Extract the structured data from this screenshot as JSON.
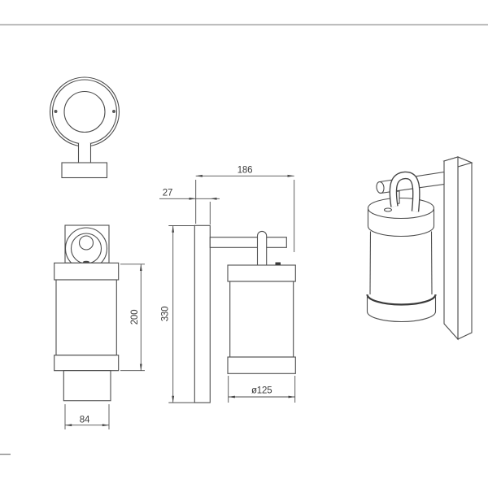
{
  "drawing": {
    "kind": "technical line drawing, wall-mounted cylindrical lantern, 4 views",
    "colors": {
      "background": "#ffffff",
      "outline": "#4d4d4d",
      "dimension": "#4f4f4f",
      "page_border": "#a4a4a4"
    },
    "dimensions": {
      "projection_depth": {
        "label": "186"
      },
      "plate_thickness": {
        "label": "27"
      },
      "total_height": {
        "label": "330"
      },
      "body_height": {
        "label": "200"
      },
      "base_width": {
        "label": "84"
      },
      "body_diameter": {
        "label": "ø125"
      }
    }
  }
}
